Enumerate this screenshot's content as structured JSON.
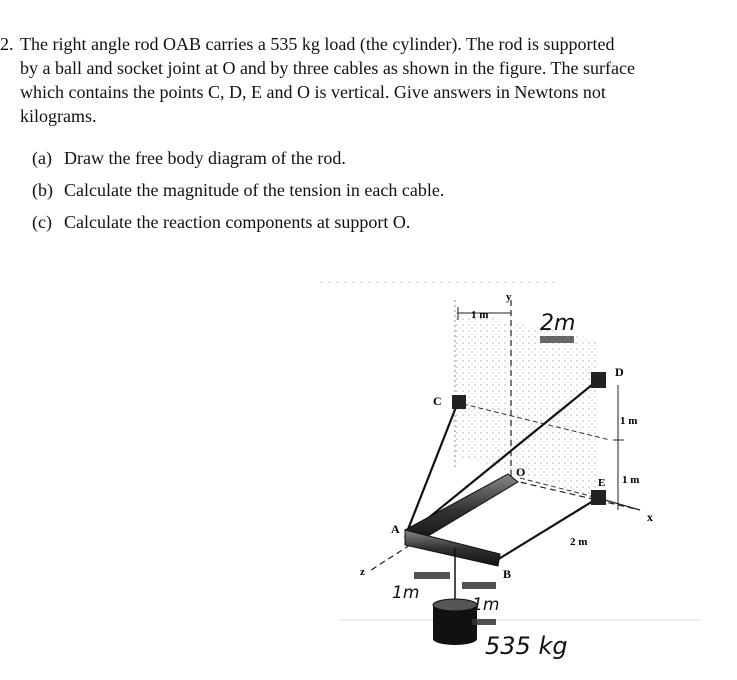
{
  "problem": {
    "number": "2.",
    "lines": [
      "The right angle rod OAB carries a 535 kg load (the cylinder). The rod is supported",
      "by a ball and socket joint at O and by three cables as shown in the figure. The surface",
      "which contains the points C, D, E and O is vertical. Give answers in Newtons not",
      "kilograms."
    ],
    "parts": [
      {
        "label": "(a)",
        "text": "Draw the free body diagram of the rod."
      },
      {
        "label": "(b)",
        "text": "Calculate the magnitude of the tension in each cable."
      },
      {
        "label": "(c)",
        "text": "Calculate the reaction components at support O."
      }
    ]
  },
  "figure": {
    "labels": {
      "y_axis": "y",
      "x_axis": "x",
      "z_axis": "z",
      "point_o": "O",
      "point_a": "A",
      "point_b": "B",
      "point_c": "C",
      "point_d": "D",
      "point_e": "E",
      "dim_top_left": "1 m",
      "dim_right_upper": "1 m",
      "dim_right_lower": "1 m",
      "dim_bottom_right": "2 m"
    },
    "handwritten": {
      "top": "2m",
      "left": "1m",
      "bottom": "1m",
      "load": "535 kg"
    }
  }
}
